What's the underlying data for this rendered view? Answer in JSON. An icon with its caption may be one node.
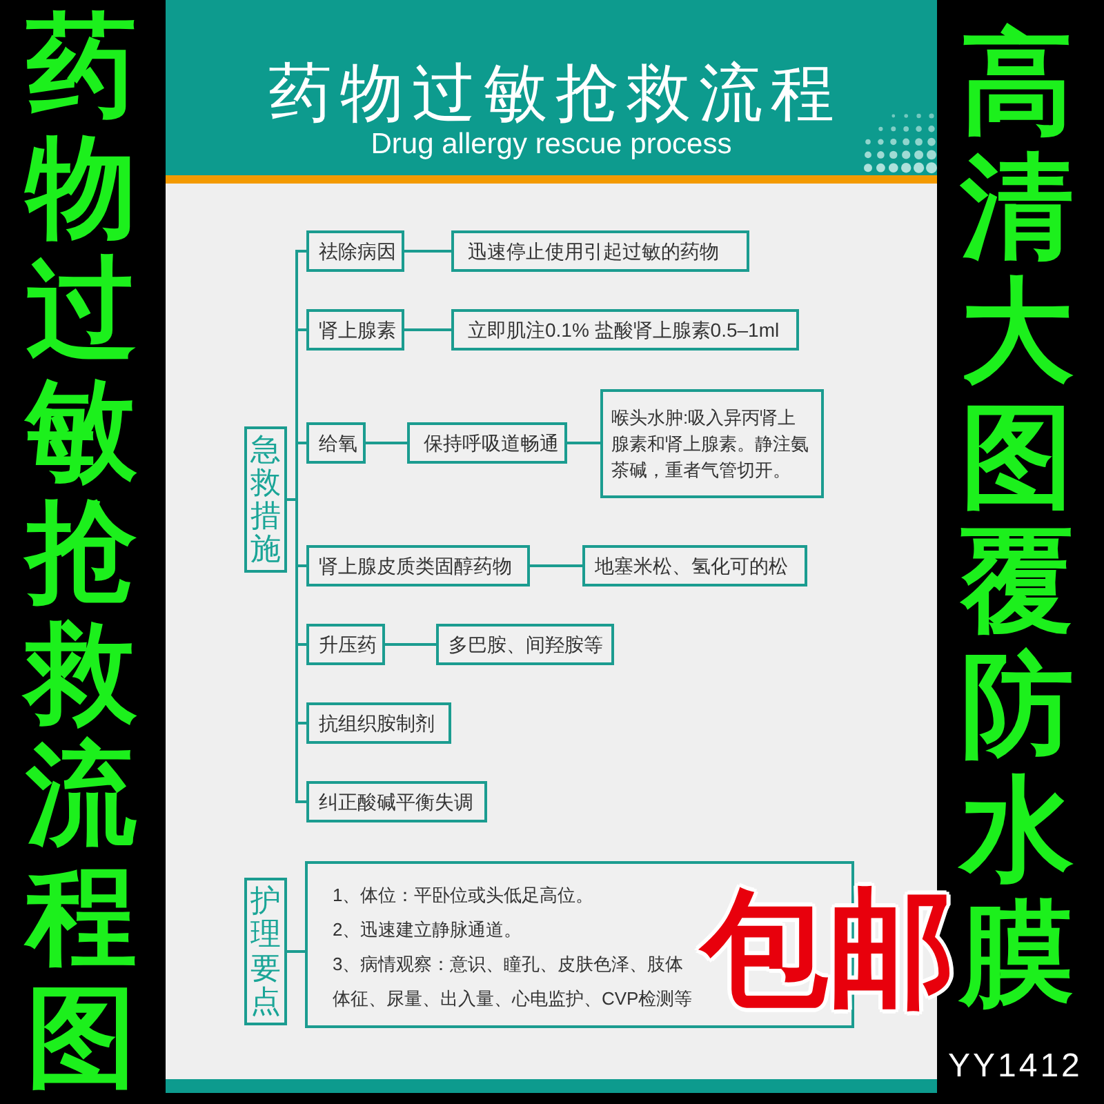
{
  "diagram": {
    "title": "药物过敏抢救流程",
    "nodes": [
      {
        "text": [
          "急救措施"
        ]
      },
      {
        "text": [
          "祛除病因"
        ]
      },
      {
        "text": [
          "迅速停止使用引起过敏的药物"
        ]
      },
      {
        "text": [
          "肾上腺素"
        ]
      },
      {
        "text": [
          "立即肌注0.1% 盐酸肾上腺素0.5–1ml"
        ]
      },
      {
        "text": [
          "给氧"
        ]
      },
      {
        "text": [
          "保持呼吸道畅通"
        ]
      },
      {
        "text": [
          "喉头水肿:吸入异丙肾上腺素和肾上腺素。静注氨茶碱，重者气管切开。"
        ]
      },
      {
        "text": [
          "肾上腺皮质类固醇药物"
        ]
      },
      {
        "text": [
          "地塞米松、氢化可的松"
        ]
      },
      {
        "text": [
          "升压药"
        ]
      },
      {
        "text": [
          "多巴胺、间羟胺等"
        ]
      },
      {
        "text": [
          "抗组织胺制剂"
        ]
      },
      {
        "text": [
          "纠正酸碱平衡失调"
        ]
      },
      {
        "text": [
          "护理要点"
        ]
      },
      {
        "text": [
          "1、体位：平卧位或头低足高位。",
          "2、迅速建立静脉通道。",
          "3、病情观察：意识、瞳孔、皮肤色泽、肢体",
          "体征、尿量、出入量、心电监护、CVP检测等"
        ]
      }
    ],
    "edges": [
      {
        "from": 0,
        "to": 1,
        "arrow": "none"
      },
      {
        "from": 0,
        "to": 3,
        "arrow": "none"
      },
      {
        "from": 0,
        "to": 5,
        "arrow": "none"
      },
      {
        "from": 0,
        "to": 8,
        "arrow": "none"
      },
      {
        "from": 0,
        "to": 10,
        "arrow": "none"
      },
      {
        "from": 0,
        "to": 12,
        "arrow": "none"
      },
      {
        "from": 0,
        "to": 13,
        "arrow": "none"
      },
      {
        "from": 1,
        "to": 2,
        "arrow": "none"
      },
      {
        "from": 3,
        "to": 4,
        "arrow": "none"
      },
      {
        "from": 5,
        "to": 6,
        "arrow": "none"
      },
      {
        "from": 6,
        "to": 7,
        "arrow": "none"
      },
      {
        "from": 8,
        "to": 9,
        "arrow": "none"
      },
      {
        "from": 10,
        "to": 11,
        "arrow": "none"
      },
      {
        "from": 14,
        "to": 15,
        "arrow": "none"
      }
    ],
    "labels": [
      "药物过敏抢救流程图",
      "Drug allergy rescue process",
      "高清大图覆防水膜",
      "包邮",
      "YY1412"
    ]
  }
}
